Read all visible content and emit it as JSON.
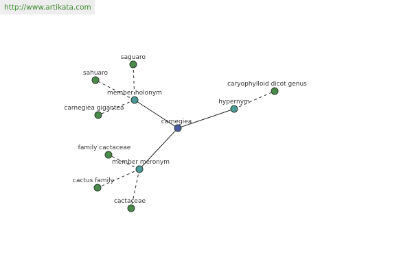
{
  "url": "http://www.artikata.com",
  "colors": {
    "url_text": "#3c8c2e",
    "center_node": "#4a5aa0",
    "relation_node": "#4a9a9a",
    "term_node": "#4a8a4a",
    "node_stroke": "#2a3a2a"
  },
  "graph": {
    "center": {
      "id": "carnegiea",
      "label": "carnegiea"
    },
    "relations": [
      {
        "id": "member-holonym",
        "label": "member holonym"
      },
      {
        "id": "hypernym",
        "label": "hypernym"
      },
      {
        "id": "member-meronym",
        "label": "member meronym"
      }
    ],
    "terms": [
      {
        "id": "saguaro",
        "label": "saguaro",
        "relation": "member-holonym"
      },
      {
        "id": "sahuaro",
        "label": "sahuaro",
        "relation": "member-holonym"
      },
      {
        "id": "carnegiea-gigantea",
        "label": "carnegiea gigantea",
        "relation": "member-holonym"
      },
      {
        "id": "caryophylloid-dicot-genus",
        "label": "caryophylloid dicot genus",
        "relation": "hypernym"
      },
      {
        "id": "family-cactaceae",
        "label": "family cactaceae",
        "relation": "member-meronym"
      },
      {
        "id": "cactus-family",
        "label": "cactus family",
        "relation": "member-meronym"
      },
      {
        "id": "cactaceae",
        "label": "cactaceae",
        "relation": "member-meronym"
      }
    ]
  }
}
